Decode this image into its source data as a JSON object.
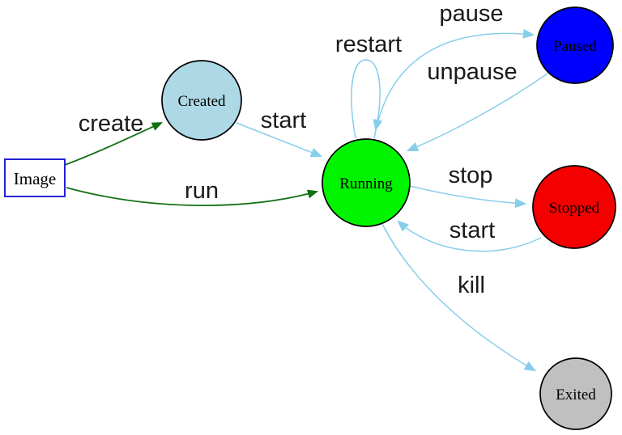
{
  "diagram": {
    "type": "state-diagram",
    "subject": "container lifecycle states",
    "colors": {
      "edge_blue": "#87ceeb",
      "edge_green": "#127012",
      "node_border": "#000000",
      "image_border": "#2323d6",
      "background": "#ffffff"
    },
    "nodes": {
      "image": {
        "label": "Image",
        "shape": "rect",
        "fill": "#ffffff",
        "border": "#2323d6"
      },
      "created": {
        "label": "Created",
        "shape": "circle",
        "fill": "#add8e6",
        "border": "#000000"
      },
      "running": {
        "label": "Running",
        "shape": "circle",
        "fill": "#00f400",
        "border": "#000000"
      },
      "paused": {
        "label": "Paused",
        "shape": "circle",
        "fill": "#0000ff",
        "border": "#000000"
      },
      "stopped": {
        "label": "Stopped",
        "shape": "circle",
        "fill": "#f40000",
        "border": "#000000"
      },
      "exited": {
        "label": "Exited",
        "shape": "circle",
        "fill": "#c0c0c0",
        "border": "#000000"
      }
    },
    "edges": {
      "create": {
        "label": "create",
        "from": "image",
        "to": "created",
        "color": "#127012"
      },
      "run": {
        "label": "run",
        "from": "image",
        "to": "running",
        "color": "#127012"
      },
      "start_created": {
        "label": "start",
        "from": "created",
        "to": "running",
        "color": "#87ceeb"
      },
      "restart": {
        "label": "restart",
        "from": "running",
        "to": "running",
        "color": "#87ceeb"
      },
      "pause": {
        "label": "pause",
        "from": "running",
        "to": "paused",
        "color": "#87ceeb"
      },
      "unpause": {
        "label": "unpause",
        "from": "paused",
        "to": "running",
        "color": "#87ceeb"
      },
      "stop": {
        "label": "stop",
        "from": "running",
        "to": "stopped",
        "color": "#87ceeb"
      },
      "start_stopped": {
        "label": "start",
        "from": "stopped",
        "to": "running",
        "color": "#87ceeb"
      },
      "kill": {
        "label": "kill",
        "from": "running",
        "to": "exited",
        "color": "#87ceeb"
      }
    }
  }
}
